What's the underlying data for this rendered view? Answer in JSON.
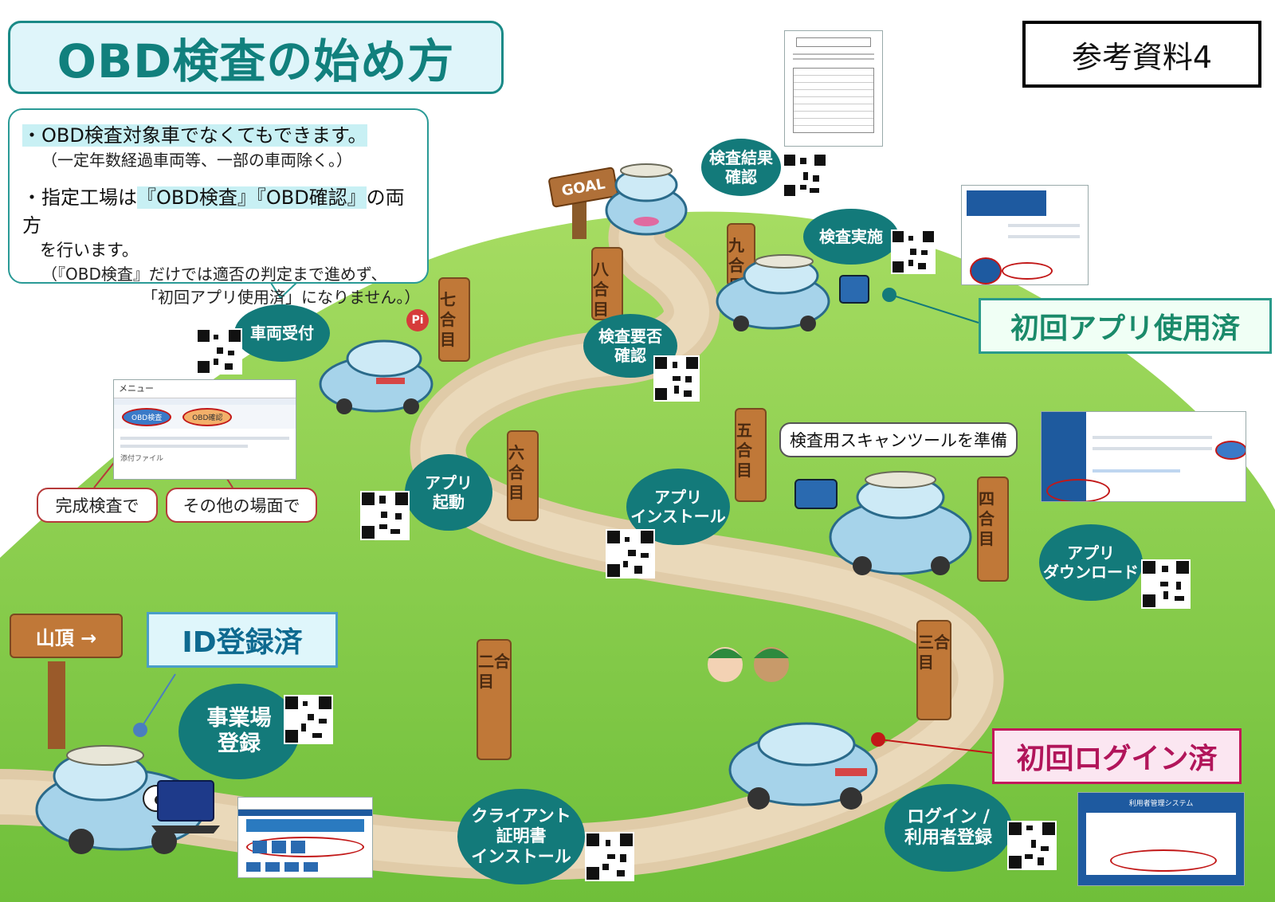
{
  "title": "OBD検査の始め方",
  "ref_label": "参考資料4",
  "info": {
    "line1": "・OBD検査対象車でなくてもできます。",
    "line2": "（一定年数経過車両等、一部の車両除く。）",
    "line3a": "・指定工場は",
    "line3b": "『OBD検査』『OBD確認』",
    "line3c": "の両方",
    "line4": "を行います。",
    "line5": "（『OBD検査』だけでは適否の判定まで進めず、",
    "line6": "「初回アプリ使用済」になりません。）"
  },
  "signs": {
    "summit": "山頂 →",
    "goal": "GOAL"
  },
  "posts": [
    "二合目",
    "三合目",
    "四合目",
    "五合目",
    "六合目",
    "七合目",
    "八合目",
    "九合目"
  ],
  "steps": {
    "office_reg": [
      "事業場",
      "登録"
    ],
    "client_cert": [
      "クライアント",
      "証明書",
      "インストール"
    ],
    "login": [
      "ログイン /",
      "利用者登録"
    ],
    "app_download": [
      "アプリ",
      "ダウンロード"
    ],
    "app_install": [
      "アプリ",
      "インストール"
    ],
    "app_launch": [
      "アプリ",
      "起動"
    ],
    "vehicle_reception": "車両受付",
    "pass_fail_check": [
      "検査要否",
      "確認"
    ],
    "inspection": "検査実施",
    "result_check": [
      "検査結果",
      "確認"
    ]
  },
  "statuses": {
    "id_registered": "ID登録済",
    "first_login": "初回ログイン済",
    "first_app_use": "初回アプリ使用済"
  },
  "callouts": {
    "complete_inspection": "完成検査で",
    "other_scenes": "その他の場面で",
    "prepare_scan_tool": "検査用スキャンツールを準備"
  },
  "menu_screenshot": {
    "header": "メニュー",
    "btn_obd_inspection": "OBD検査",
    "btn_obd_check": "OBD確認",
    "line_file": "添付ファイル"
  },
  "login_screenshot": {
    "title": "利用者管理システム"
  },
  "pi_label": "Pi",
  "colors": {
    "teal": "#137a7a",
    "grass": "#8ccd4e",
    "path": "#dcc6a4",
    "post": "#c07838",
    "status_pink": "#c2185b"
  }
}
